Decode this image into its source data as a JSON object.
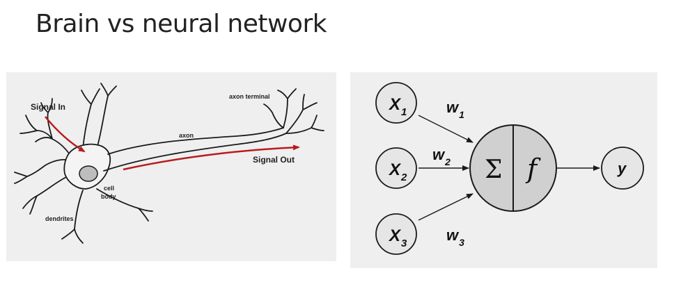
{
  "slide": {
    "title": "Brain vs neural network"
  },
  "neuron": {
    "signal_in": "Signal In",
    "signal_out": "Signal Out",
    "axon": "axon",
    "axon_terminal": "axon terminal",
    "cell": "cell",
    "body": "body",
    "dendrites": "dendrites",
    "signal_color": "#b71c1c"
  },
  "perceptron": {
    "inputs": [
      {
        "var": "X",
        "sub": "1"
      },
      {
        "var": "X",
        "sub": "2"
      },
      {
        "var": "X",
        "sub": "3"
      }
    ],
    "weights": [
      {
        "var": "w",
        "sub": "1"
      },
      {
        "var": "w",
        "sub": "2"
      },
      {
        "var": "w",
        "sub": "3"
      }
    ],
    "sum_symbol": "Σ",
    "activation_symbol": "f",
    "output": "y",
    "node_fill": "#e6e6e6",
    "core_fill": "#d0d0d0"
  }
}
